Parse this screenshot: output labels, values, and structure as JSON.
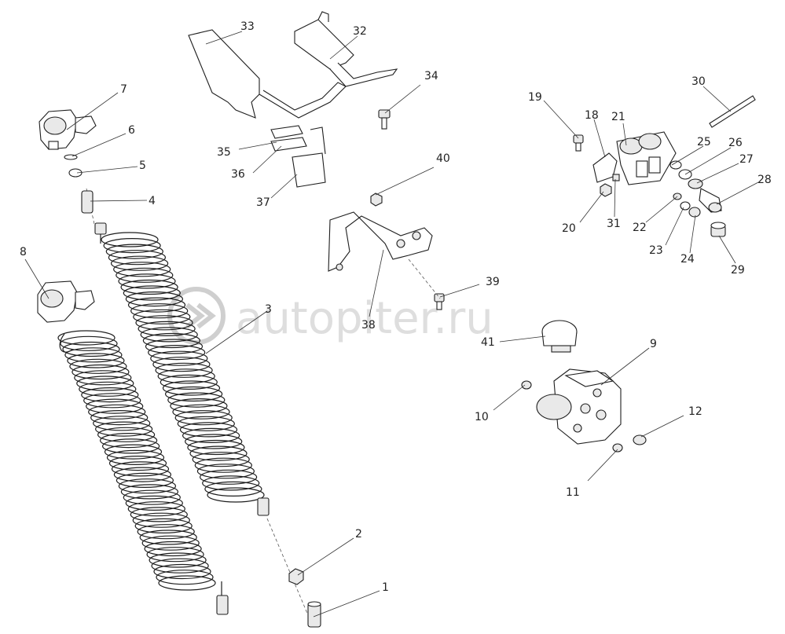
{
  "watermark": {
    "text": "autopiter.ru",
    "icon": "arrow-circle-logo"
  },
  "callouts": [
    {
      "id": "c1",
      "label": "1"
    },
    {
      "id": "c2",
      "label": "2"
    },
    {
      "id": "c3",
      "label": "3"
    },
    {
      "id": "c4",
      "label": "4"
    },
    {
      "id": "c5",
      "label": "5"
    },
    {
      "id": "c6",
      "label": "6"
    },
    {
      "id": "c7",
      "label": "7"
    },
    {
      "id": "c8",
      "label": "8"
    },
    {
      "id": "c9",
      "label": "9"
    },
    {
      "id": "c10",
      "label": "10"
    },
    {
      "id": "c11",
      "label": "11"
    },
    {
      "id": "c12",
      "label": "12"
    },
    {
      "id": "c18",
      "label": "18"
    },
    {
      "id": "c19",
      "label": "19"
    },
    {
      "id": "c20",
      "label": "20"
    },
    {
      "id": "c21",
      "label": "21"
    },
    {
      "id": "c22",
      "label": "22"
    },
    {
      "id": "c23",
      "label": "23"
    },
    {
      "id": "c24",
      "label": "24"
    },
    {
      "id": "c25",
      "label": "25"
    },
    {
      "id": "c26",
      "label": "26"
    },
    {
      "id": "c27",
      "label": "27"
    },
    {
      "id": "c28",
      "label": "28"
    },
    {
      "id": "c29",
      "label": "29"
    },
    {
      "id": "c30",
      "label": "30"
    },
    {
      "id": "c31",
      "label": "31"
    },
    {
      "id": "c32",
      "label": "32"
    },
    {
      "id": "c33",
      "label": "33"
    },
    {
      "id": "c34",
      "label": "34"
    },
    {
      "id": "c35",
      "label": "35"
    },
    {
      "id": "c36",
      "label": "36"
    },
    {
      "id": "c37",
      "label": "37"
    },
    {
      "id": "c38",
      "label": "38"
    },
    {
      "id": "c39",
      "label": "39"
    },
    {
      "id": "c40",
      "label": "40"
    },
    {
      "id": "c41",
      "label": "41"
    }
  ]
}
